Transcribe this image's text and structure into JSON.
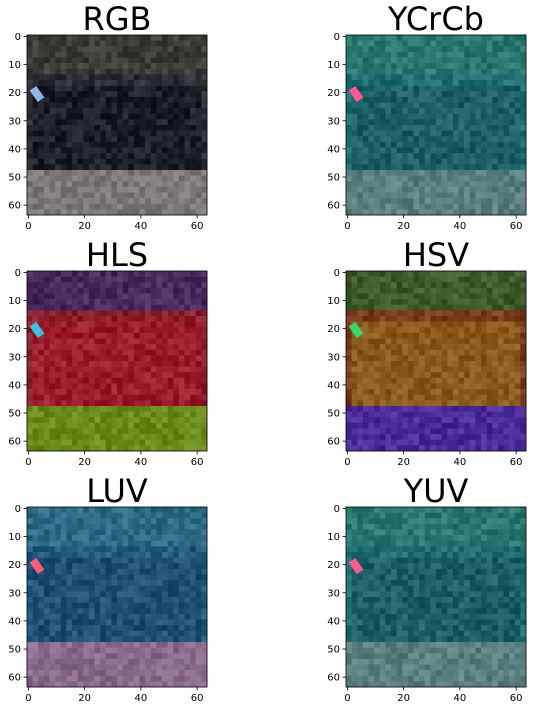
{
  "figure": {
    "panels": [
      {
        "title": "RGB",
        "colors": {
          "base": "#2b2e34",
          "top": "#3a3c35",
          "car": "#1c1f27",
          "ground": "#7d7878",
          "accent": "#8fb6e6"
        },
        "x_ticks": [
          "0",
          "20",
          "40",
          "60"
        ],
        "y_ticks": [
          "0",
          "10",
          "20",
          "30",
          "40",
          "50",
          "60"
        ]
      },
      {
        "title": "YCrCb",
        "colors": {
          "base": "#1f6f72",
          "top": "#2a7771",
          "car": "#1b5e66",
          "ground": "#5a7f80",
          "accent": "#ff5a8a"
        },
        "x_ticks": [
          "0",
          "20",
          "40",
          "60"
        ],
        "y_ticks": [
          "0",
          "10",
          "20",
          "30",
          "40",
          "50",
          "60"
        ]
      },
      {
        "title": "HLS",
        "colors": {
          "base": "#8a1f2c",
          "top": "#4a2a5c",
          "car": "#9b1c2a",
          "ground": "#6a8a1a",
          "accent": "#3cc0e0"
        },
        "x_ticks": [
          "0",
          "20",
          "40",
          "60"
        ],
        "y_ticks": [
          "0",
          "10",
          "20",
          "30",
          "40",
          "50",
          "60"
        ]
      },
      {
        "title": "HSV",
        "colors": {
          "base": "#7a3a1e",
          "top": "#3c5a2a",
          "car": "#8a5a1c",
          "ground": "#4b2a9a",
          "accent": "#36d86e"
        },
        "x_ticks": [
          "0",
          "20",
          "40",
          "60"
        ],
        "y_ticks": [
          "0",
          "10",
          "20",
          "30",
          "40",
          "50",
          "60"
        ]
      },
      {
        "title": "LUV",
        "colors": {
          "base": "#245a7c",
          "top": "#2d6a86",
          "car": "#1f4f72",
          "ground": "#8a6a8a",
          "accent": "#ff5a7a"
        },
        "x_ticks": [
          "0",
          "20",
          "40",
          "60"
        ],
        "y_ticks": [
          "0",
          "10",
          "20",
          "30",
          "40",
          "50",
          "60"
        ]
      },
      {
        "title": "YUV",
        "colors": {
          "base": "#1f6f72",
          "top": "#2a7771",
          "car": "#1b5e66",
          "ground": "#5a7f80",
          "accent": "#ff5a8a"
        },
        "x_ticks": [
          "0",
          "20",
          "40",
          "60"
        ],
        "y_ticks": [
          "0",
          "10",
          "20",
          "30",
          "40",
          "50",
          "60"
        ]
      }
    ]
  }
}
